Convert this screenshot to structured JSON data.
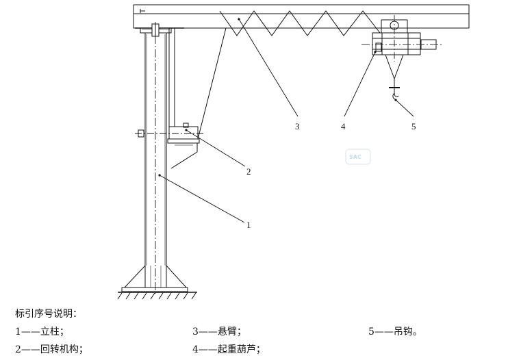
{
  "leaders": [
    {
      "id": "1",
      "label": "1"
    },
    {
      "id": "2",
      "label": "2"
    },
    {
      "id": "3",
      "label": "3"
    },
    {
      "id": "4",
      "label": "4"
    },
    {
      "id": "5",
      "label": "5"
    }
  ],
  "legend": {
    "title": "标引序号说明：",
    "items": [
      {
        "text": "1——立柱；"
      },
      {
        "text": "2——回转机构；"
      },
      {
        "text": "3——悬臂；"
      },
      {
        "text": "4——起重葫芦；"
      },
      {
        "text": "5——吊钩。"
      }
    ]
  },
  "watermark": {
    "text": "SAC"
  }
}
